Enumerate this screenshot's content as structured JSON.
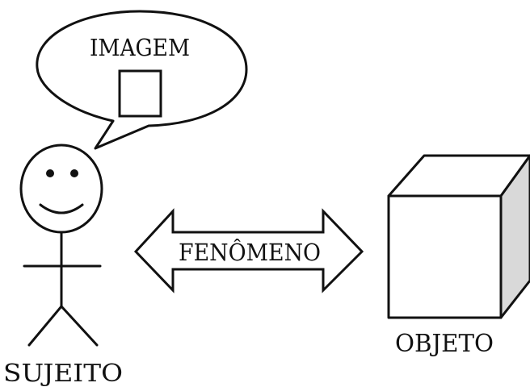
{
  "diagram": {
    "bubble_label": "IMAGEM",
    "arrow_label": "FENÔMENO",
    "subject_label": "SUJEITO",
    "object_label": "OBJETO"
  },
  "colors": {
    "stroke": "#111111",
    "cube_front": "#ffffff",
    "cube_top": "#ffffff",
    "cube_side": "#d9d9d9"
  }
}
